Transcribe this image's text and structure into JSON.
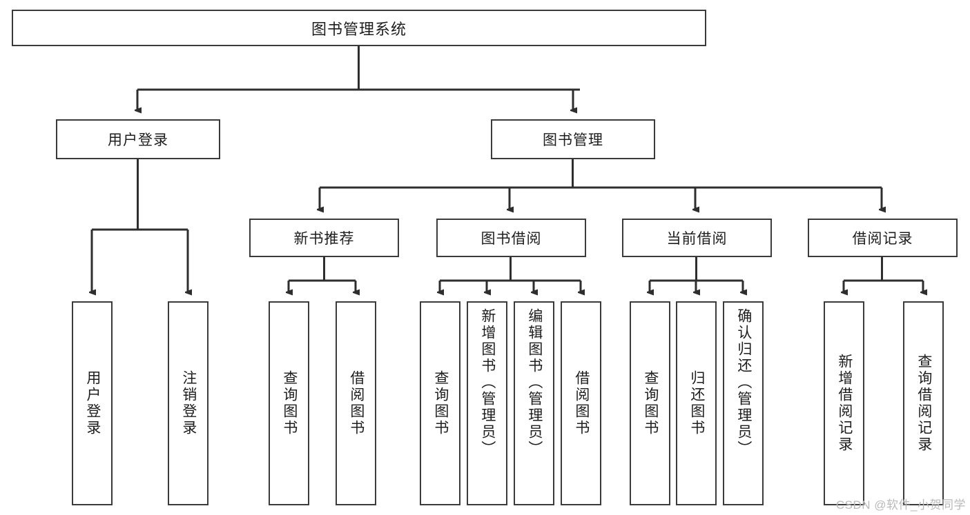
{
  "diagram": {
    "title": "图书管理系统",
    "type": "tree",
    "root": {
      "label": "图书管理系统"
    },
    "level1": [
      {
        "label": "用户登录"
      },
      {
        "label": "图书管理"
      }
    ],
    "level2": [
      {
        "label": "新书推荐"
      },
      {
        "label": "图书借阅"
      },
      {
        "label": "当前借阅"
      },
      {
        "label": "借阅记录"
      }
    ],
    "leaves": {
      "user_login": [
        {
          "label": "用户登录"
        },
        {
          "label": "注销登录"
        }
      ],
      "new_book_recommend": [
        {
          "label": "查询图书"
        },
        {
          "label": "借阅图书"
        }
      ],
      "book_borrow": [
        {
          "label": "查询图书"
        },
        {
          "label": "新增图书（管理员）"
        },
        {
          "label": "编辑图书（管理员）"
        },
        {
          "label": "借阅图书"
        }
      ],
      "current_borrow": [
        {
          "label": "查询图书"
        },
        {
          "label": "归还图书"
        },
        {
          "label": "确认归还（管理员）"
        }
      ],
      "borrow_record": [
        {
          "label": "新增借阅记录"
        },
        {
          "label": "查询借阅记录"
        }
      ]
    },
    "colors": {
      "stroke": "#3a3a3a",
      "fill": "#ffffff",
      "text": "#1d1d1d",
      "watermark": "#b9b9b9"
    }
  },
  "watermark": {
    "text": "CSDN @软件_小贺同学"
  }
}
